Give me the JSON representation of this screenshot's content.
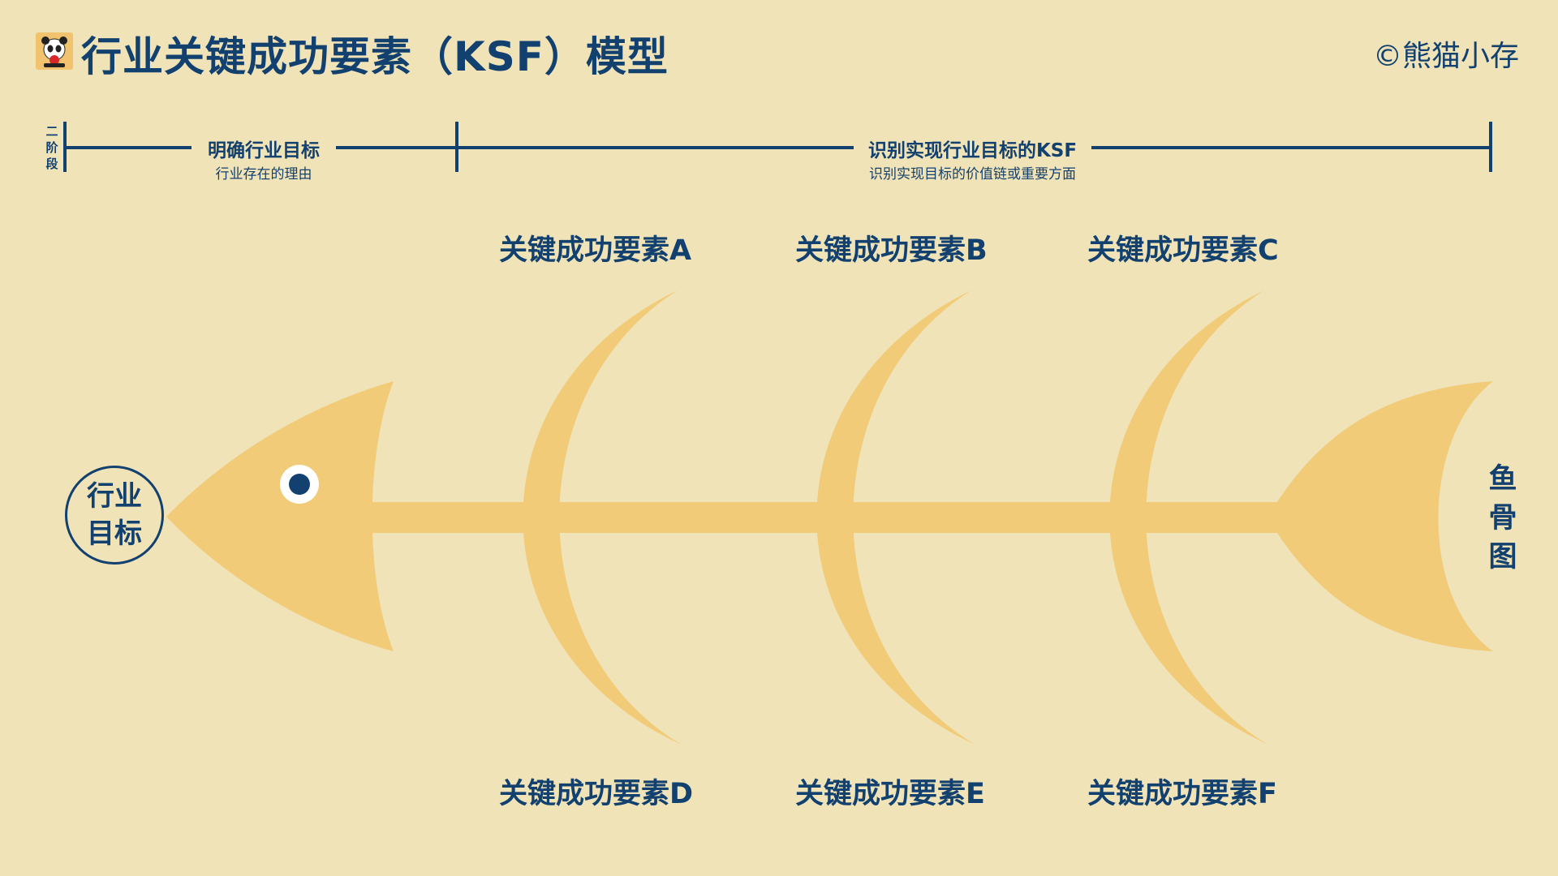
{
  "header": {
    "title": "行业关键成功要素（KSF）模型",
    "copyright": "©熊猫小存"
  },
  "timeline": {
    "stage_label": "二阶段",
    "segments": [
      {
        "title": "明确行业目标",
        "subtitle": "行业存在的理由"
      },
      {
        "title": "识别实现行业目标的KSF",
        "subtitle": "识别实现目标的价值链或重要方面"
      }
    ]
  },
  "fishbone": {
    "goal": "行业目标",
    "side_label": "鱼骨图",
    "factors_top": [
      "关键成功要素A",
      "关键成功要素B",
      "关键成功要素C"
    ],
    "factors_bottom": [
      "关键成功要素D",
      "关键成功要素E",
      "关键成功要素F"
    ]
  },
  "colors": {
    "background": "#f0e3b8",
    "accent": "#12406f",
    "bone": "#f1cb78"
  },
  "icons": {
    "logo": "panda-logo-icon"
  }
}
